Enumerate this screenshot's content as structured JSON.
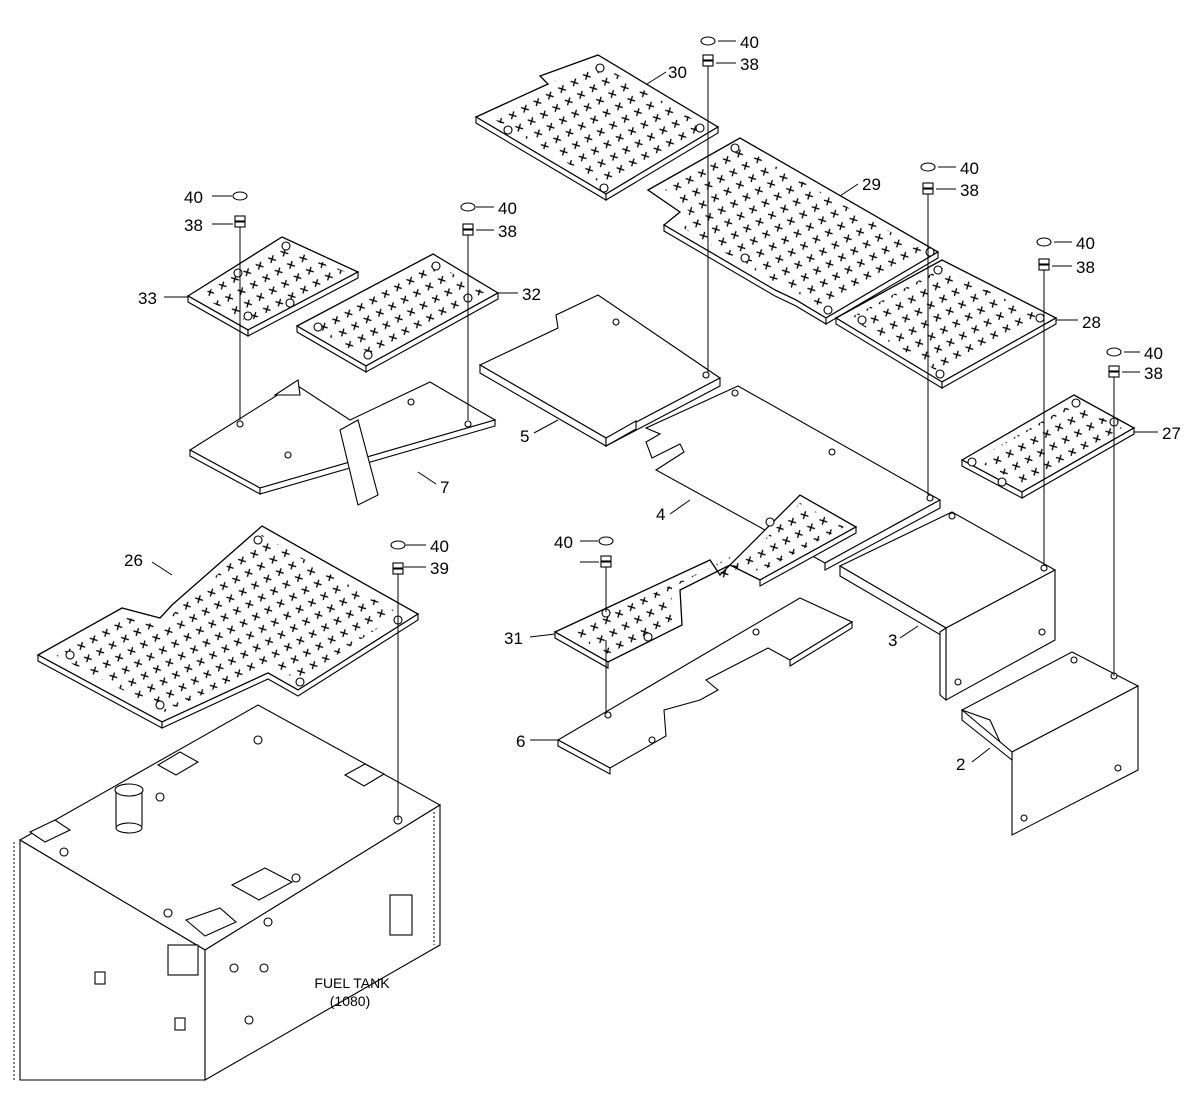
{
  "labels": {
    "p2": "2",
    "p3": "3",
    "p4": "4",
    "p5": "5",
    "p6": "6",
    "p7": "7",
    "p26": "26",
    "p27": "27",
    "p28": "28",
    "p29": "29",
    "p30": "30",
    "p31": "31",
    "p32": "32",
    "p33": "33",
    "p38a": "38",
    "p38b": "38",
    "p38c": "38",
    "p38d": "38",
    "p38e": "38",
    "p38f": "38",
    "p39": "39",
    "p40a": "40",
    "p40b": "40",
    "p40c": "40",
    "p40d": "40",
    "p40e": "40",
    "p40f": "40",
    "p40g": "40"
  },
  "fuel_tank": {
    "title": "FUEL TANK",
    "code": "(1080)"
  }
}
